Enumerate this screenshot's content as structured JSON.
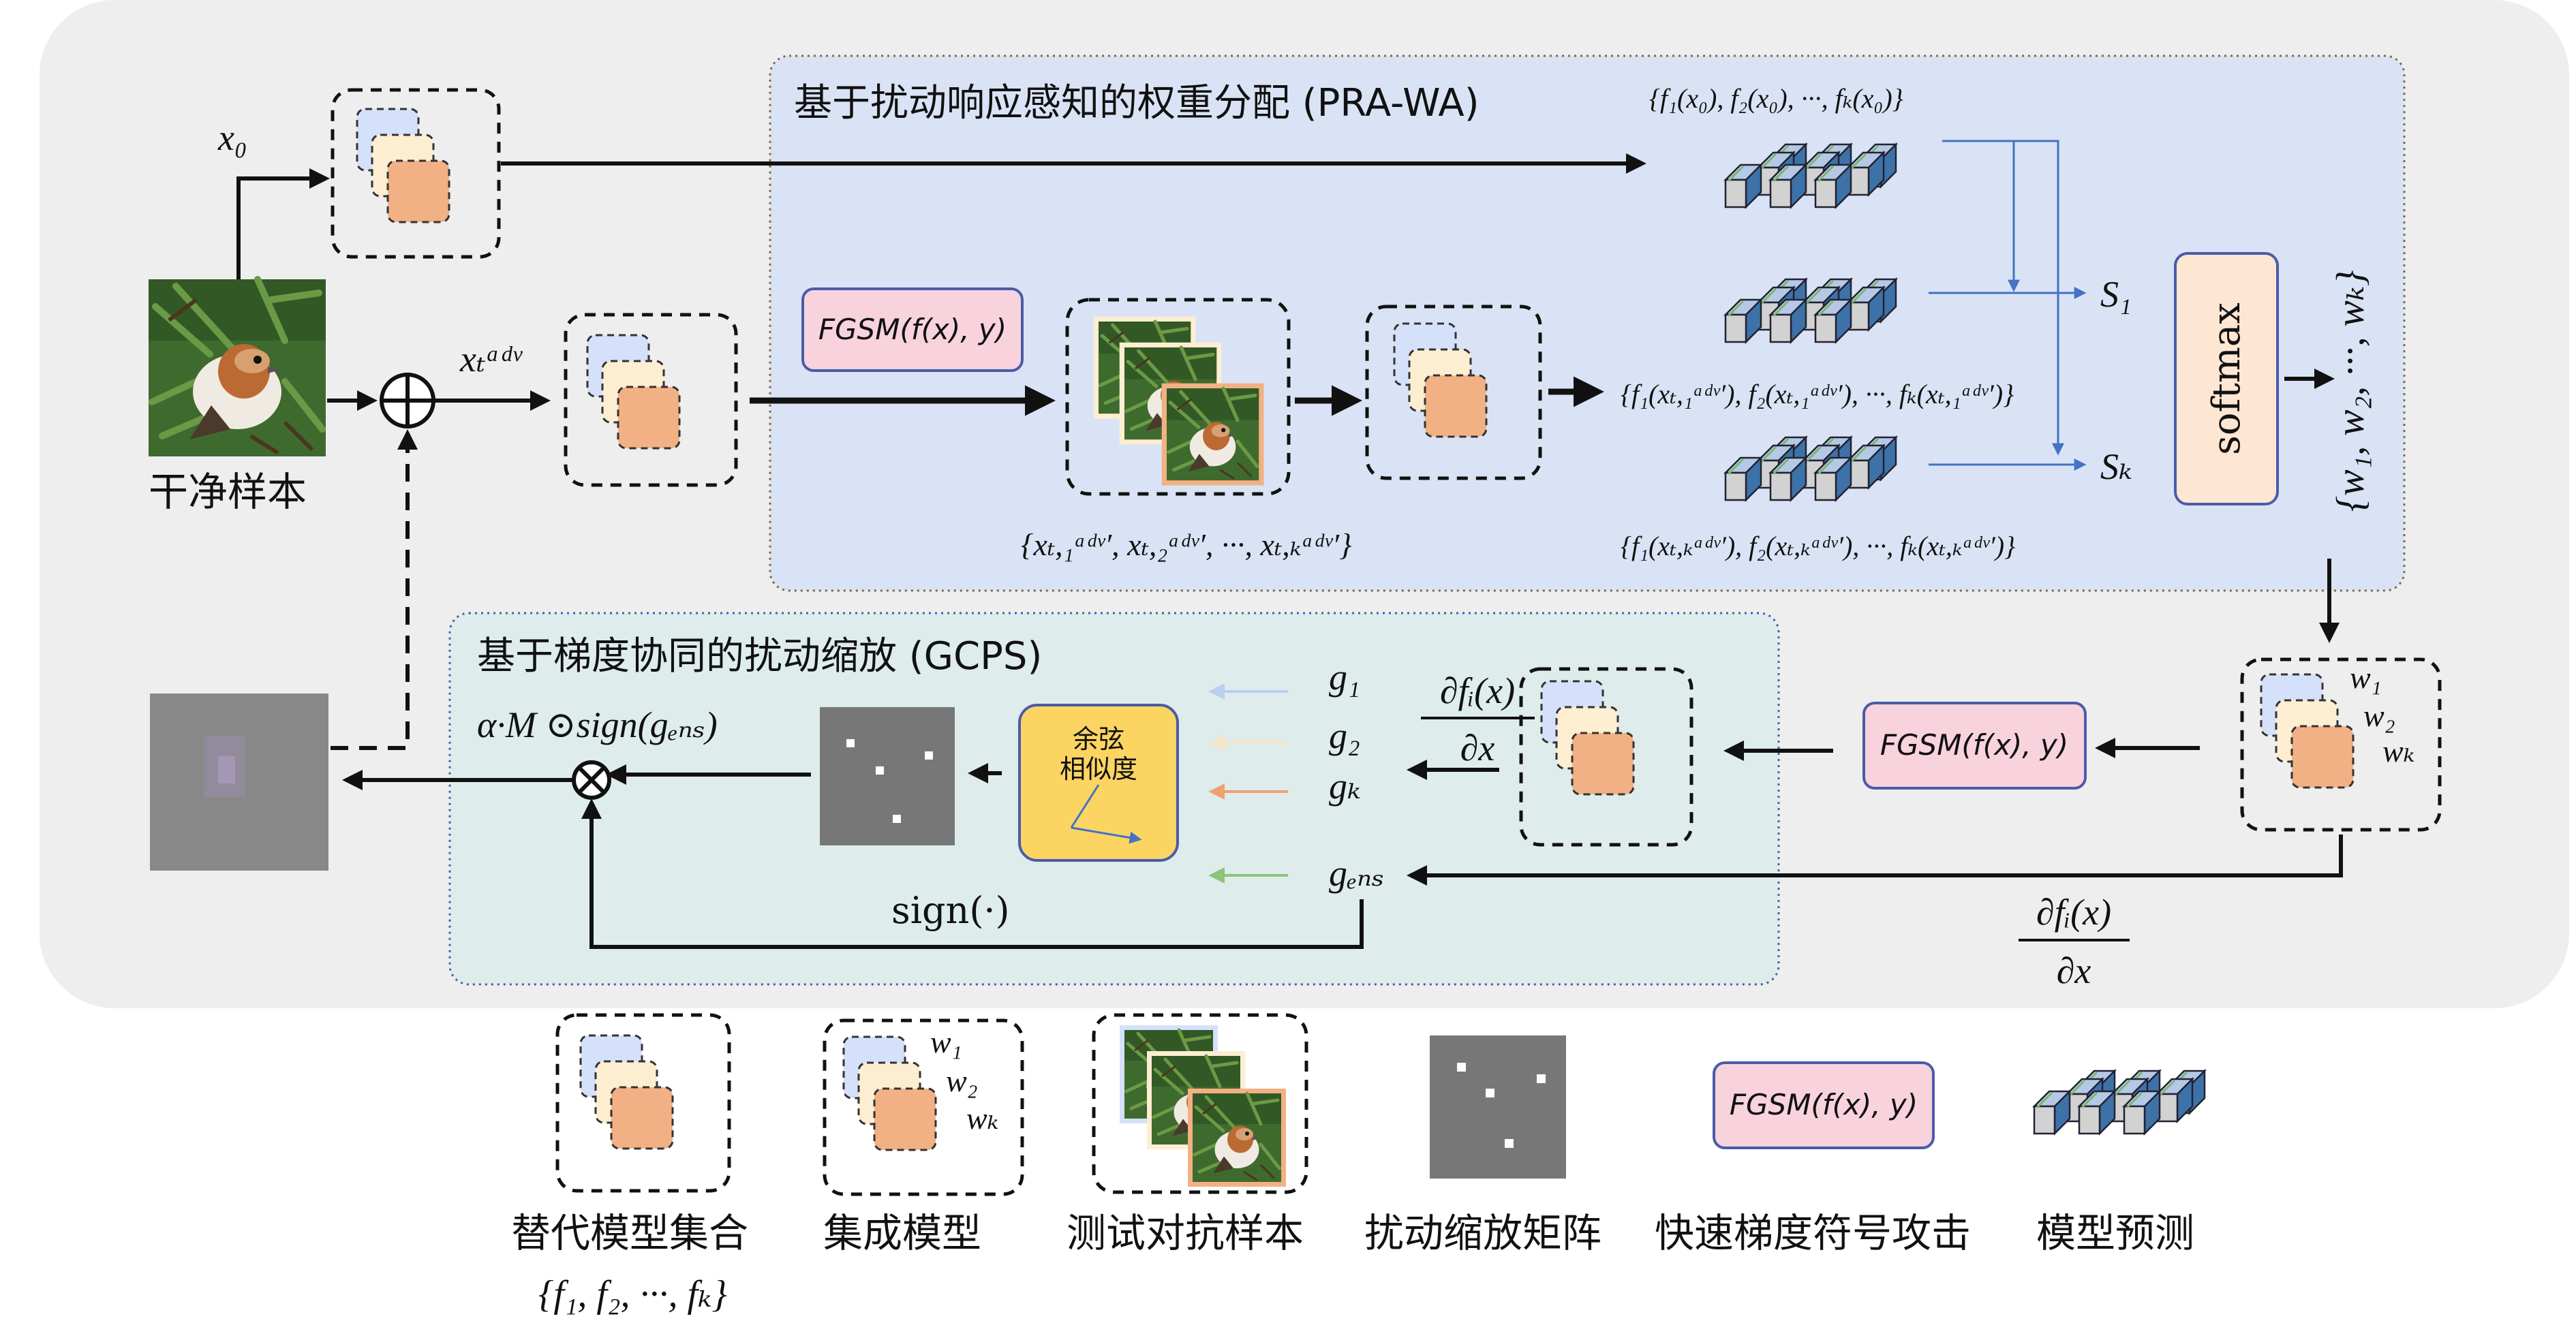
{
  "sections": {
    "pra_wa_title": "基于扰动响应感知的权重分配 (PRA-WA)",
    "gcps_title": "基于梯度协同的扰动缩放 (GCPS)"
  },
  "labels": {
    "x0": "x₀",
    "xt_adv": "xₜᵃᵈᵛ",
    "clean_sample": "干净样本",
    "fgsm_top": "FGSM(f(x), y)",
    "fgsm_bottom": "FGSM(f(x), y)",
    "adv_set": "{xₜ,₁ᵃᵈᵛ′, xₜ,₂ᵃᵈᵛ′, ···, xₜ,ₖᵃᵈᵛ′}",
    "pred_clean": "{f₁(x₀), f₂(x₀), ···, fₖ(x₀)}",
    "pred_adv_1": "{f₁(xₜ,₁ᵃᵈᵛ′), f₂(xₜ,₁ᵃᵈᵛ′), ···, fₖ(xₜ,₁ᵃᵈᵛ′)}",
    "pred_adv_k": "{f₁(xₜ,ₖᵃᵈᵛ′), f₂(xₜ,ₖᵃᵈᵛ′), ···, fₖ(xₜ,ₖᵃᵈᵛ′)}",
    "s1": "S₁",
    "sk": "Sₖ",
    "softmax": "softmax",
    "weights": "{w₁, w₂, ···, wₖ}",
    "w1": "w₁",
    "w2": "w₂",
    "wk": "wₖ",
    "grad_num": "∂fᵢ(x)",
    "grad_den": "∂x",
    "grad_num_b": "∂fᵢ(x)",
    "grad_den_b": "∂x",
    "g1": "g₁",
    "g2": "g₂",
    "gk": "gₖ",
    "gens": "gₑₙₛ",
    "cos_line1": "余弦",
    "cos_line2": "相似度",
    "alpha_m_sign": "α·M ⊙sign(gₑₙₛ)",
    "sign_dot": "sign(·)"
  },
  "legend": {
    "surrogate": "替代模型集合",
    "surrogate_set": "{f₁, f₂, ···, fₖ}",
    "ensemble": "集成模型",
    "test_adv": "测试对抗样本",
    "scaling_matrix": "扰动缩放矩阵",
    "fgsm_label": "快速梯度符号攻击",
    "fgsm_box": "FGSM(f(x), y)",
    "model_pred": "模型预测",
    "w1": "w₁",
    "w2": "w₂",
    "wk": "wₖ"
  },
  "colors": {
    "outer_panel": "#eeeeee",
    "pra_panel": "#dae3f5",
    "gcps_panel": "#dfecec",
    "model_blue": "#d5e0fb",
    "model_cream": "#fdeed2",
    "model_orange": "#f2b184",
    "fgsm_fill": "#f8d2dc",
    "fgsm_stroke": "#4a5ca8",
    "softmax_fill": "#fde6d2",
    "cosine_fill": "#fcd462",
    "matrix_gray": "#777777",
    "arrow_blue": "#4472c4",
    "g1_line": "#b8cff0",
    "g2_line": "#f5e6c8",
    "gk_line": "#f0a070",
    "gens_line": "#8bc47a"
  }
}
